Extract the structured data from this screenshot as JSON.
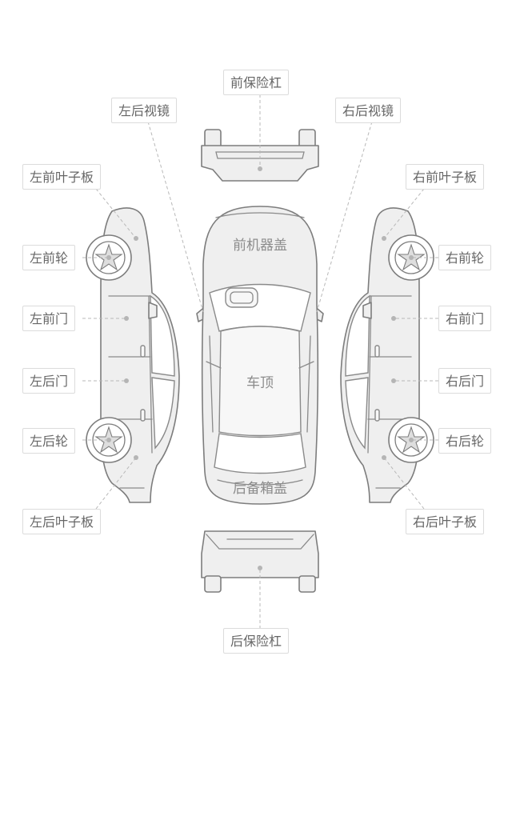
{
  "zones": {
    "front_bumper": "前保险杠",
    "left_rear_mirror": "左后视镜",
    "right_rear_mirror": "右后视镜",
    "left_front_fender": "左前叶子板",
    "right_front_fender": "右前叶子板",
    "left_front_wheel": "左前轮",
    "right_front_wheel": "右前轮",
    "left_front_door": "左前门",
    "right_front_door": "右前门",
    "left_rear_door": "左后门",
    "right_rear_door": "右后门",
    "left_rear_wheel": "左后轮",
    "right_rear_wheel": "右后轮",
    "left_rear_fender": "左后叶子板",
    "right_rear_fender": "右后叶子板",
    "rear_bumper": "后保险杠",
    "hood": "前机器盖",
    "roof": "车顶",
    "trunk": "后备箱盖"
  },
  "colors": {
    "line": "#7d7d7d",
    "fill": "#efefef",
    "leader": "#b8b8b8",
    "text": "#666666"
  }
}
